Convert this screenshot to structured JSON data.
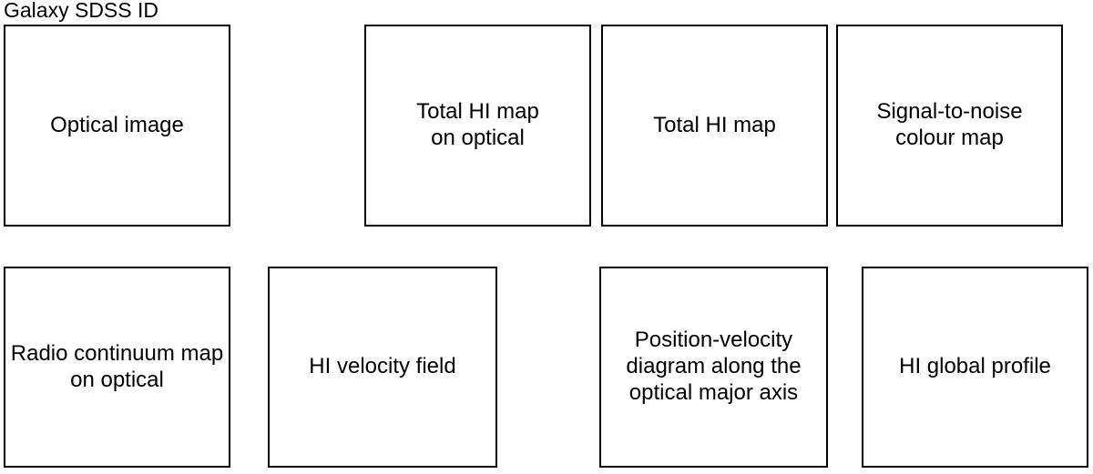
{
  "title": "Galaxy SDSS ID",
  "panels": [
    {
      "id": "optical-image",
      "label": "Optical image"
    },
    {
      "id": "total-hi-map-on-optical",
      "label": "Total HI map\non optical"
    },
    {
      "id": "total-hi-map",
      "label": "Total HI map"
    },
    {
      "id": "signal-to-noise-colour-map",
      "label": "Signal-to-noise\ncolour map"
    },
    {
      "id": "radio-continuum-map-on-optical",
      "label": "Radio continuum map\non optical"
    },
    {
      "id": "hi-velocity-field",
      "label": "HI velocity field"
    },
    {
      "id": "position-velocity-diagram",
      "label": "Position-velocity\ndiagram along the\noptical major axis"
    },
    {
      "id": "hi-global-profile",
      "label": "HI global profile"
    }
  ],
  "colors": {
    "background": "#ffffff",
    "border": "#000000",
    "text": "#000000"
  }
}
